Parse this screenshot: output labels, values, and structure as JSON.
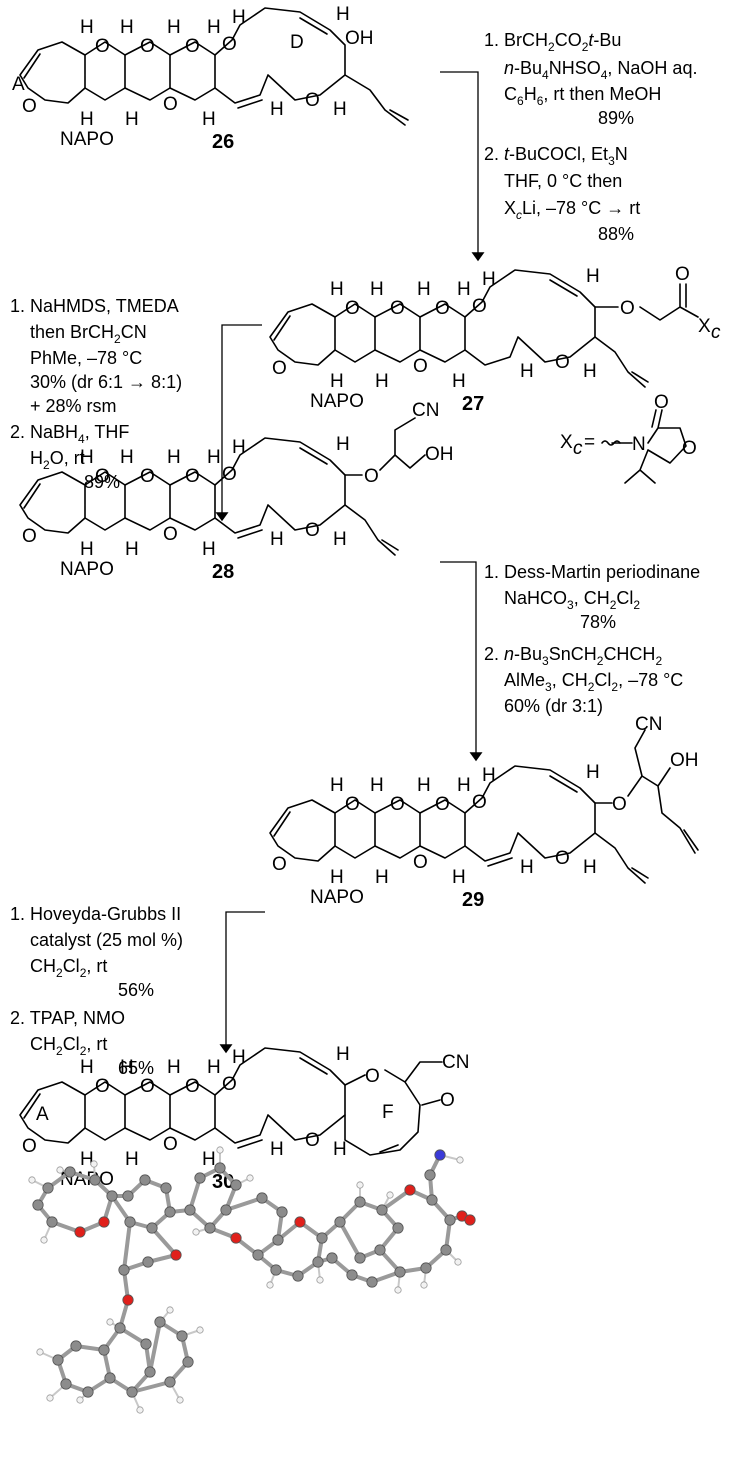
{
  "compounds": {
    "c26": "26",
    "c27": "27",
    "c28": "28",
    "c29": "29",
    "c30": "30"
  },
  "atoms": {
    "H": "H",
    "O": "O",
    "OH": "OH",
    "CN": "CN",
    "NAPO": "NAPO",
    "ringA": "A",
    "ringD": "D",
    "ringF": "F",
    "Xc": "X",
    "Xc_sub": "c",
    "N": "N"
  },
  "step1": {
    "l1": "1. BrCH",
    "l1_sub": "2",
    "l1b": "CO",
    "l1b_sub": "2",
    "l1c": "t",
    "l1d": "-Bu",
    "l2a": "n",
    "l2b": "-Bu",
    "l2_sub": "4",
    "l2c": "NHSO",
    "l2_sub2": "4",
    "l2d": ", NaOH aq.",
    "l3a": "C",
    "l3_sub": "6",
    "l3b": "H",
    "l3_sub2": "6",
    "l3c": ", rt then MeOH",
    "l4": "89%",
    "l5a": "2. ",
    "l5b": "t",
    "l5c": "-BuCOCl, Et",
    "l5_sub": "3",
    "l5d": "N",
    "l6": "THF, 0 °C then",
    "l7a": "X",
    "l7_sub": "c",
    "l7b": "Li, –78 °C → rt",
    "l8": "88%"
  },
  "step2": {
    "l1": "1. NaHMDS, TMEDA",
    "l2": "then BrCH",
    "l2_sub": "2",
    "l2b": "CN",
    "l3": "PhMe, –78 °C",
    "l4": "30% (dr 6:1 → 8:1)",
    "l5": "+ 28% rsm",
    "l6": "2. NaBH",
    "l6_sub": "4",
    "l6b": ", THF",
    "l7": "H",
    "l7_sub": "2",
    "l7b": "O, rt",
    "l8": "89%"
  },
  "step3": {
    "l1": "1. Dess-Martin periodinane",
    "l2": "NaHCO",
    "l2_sub": "3",
    "l2b": ", CH",
    "l2_sub2": "2",
    "l2c": "Cl",
    "l2_sub3": "2",
    "l3": "78%",
    "l4a": "2. ",
    "l4b": "n",
    "l4c": "-Bu",
    "l4_sub": "3",
    "l4d": "SnCH",
    "l4_sub2": "2",
    "l4e": "CHCH",
    "l4_sub3": "2",
    "l5": "AlMe",
    "l5_sub": "3",
    "l5b": ", CH",
    "l5_sub2": "2",
    "l5c": "Cl",
    "l5_sub3": "2",
    "l5d": ", –78 °C",
    "l6": "60% (dr 3:1)"
  },
  "step4": {
    "l1": "1. Hoveyda-Grubbs II",
    "l2": "catalyst (25 mol %)",
    "l3": "CH",
    "l3_sub": "2",
    "l3b": "Cl",
    "l3_sub2": "2",
    "l3c": ", rt",
    "l4": "56%",
    "l5": "2. TPAP,  NMO",
    "l6": "CH",
    "l6_sub": "2",
    "l6b": "Cl",
    "l6_sub2": "2",
    "l6c": ", rt",
    "l7": "65%"
  },
  "colors": {
    "carbon": "#8c8c8c",
    "oxygen": "#e0201b",
    "nitrogen": "#3a3ad8",
    "hydrogen": "#f2f2f2"
  }
}
